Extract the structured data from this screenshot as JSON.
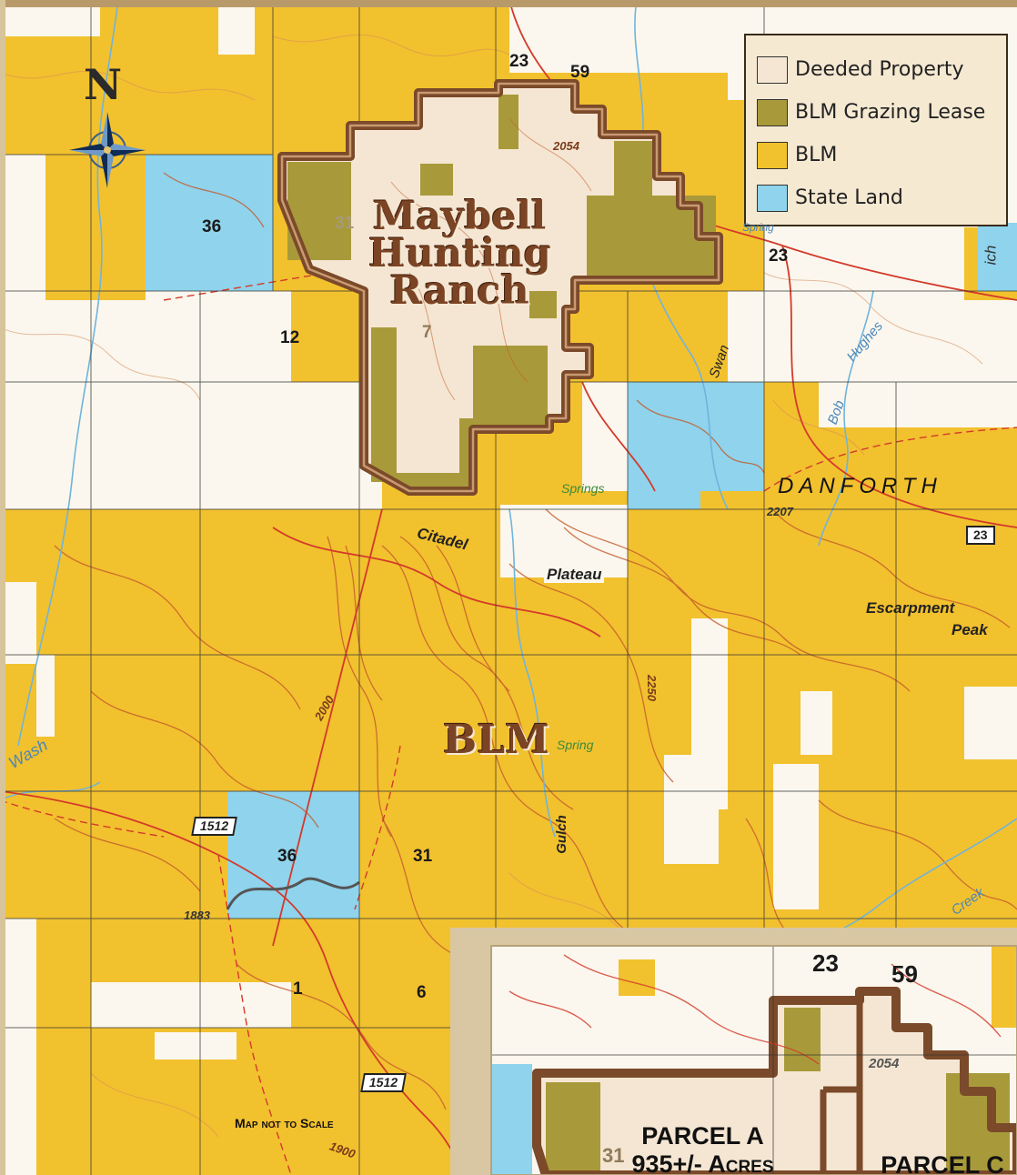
{
  "map": {
    "ranch_title": [
      "Maybell",
      "Hunting",
      "Ranch"
    ],
    "blm_center_label": "BLM",
    "north_letter": "N",
    "scale_note": "Map not to Scale",
    "colors": {
      "deeded": "#f5e6d3",
      "blm_grazing": "#a89a3a",
      "blm": "#f2c12e",
      "state": "#8fd3ec",
      "boundary": "#7b4a2a",
      "frame": "#f2e6c8"
    },
    "icons": [
      "compass-rose-icon",
      "road-shield-icon"
    ]
  },
  "legend": {
    "items": [
      {
        "label": "Deeded Property",
        "color": "#f5e6d3"
      },
      {
        "label": "BLM Grazing Lease",
        "color": "#a89a3a"
      },
      {
        "label": "BLM",
        "color": "#f2c12e"
      },
      {
        "label": "State Land",
        "color": "#8fd3ec"
      }
    ]
  },
  "labels": {
    "sections": [
      "23",
      "59",
      "36",
      "31",
      "23",
      "12",
      "7",
      "36",
      "31",
      "1",
      "6",
      "23",
      "59",
      "31"
    ],
    "elevations": [
      "2054",
      "2000",
      "2250",
      "1883",
      "1900",
      "2207",
      "2054"
    ],
    "places": [
      "Citadel",
      "Plateau",
      "Escarpment",
      "Peak",
      "DANFORTH",
      "Springs",
      "Spring",
      "Gulch"
    ],
    "water": [
      "Swan",
      "Hughes",
      "Bob",
      "Wash",
      "Creek",
      "Spring",
      "ich"
    ],
    "road_shields": [
      "23",
      "1512",
      "1512"
    ]
  },
  "inset": {
    "parcel_a_title": "PARCEL A",
    "parcel_a_acres": "935+/- Acres",
    "parcel_c_title": "PARCEL C"
  }
}
